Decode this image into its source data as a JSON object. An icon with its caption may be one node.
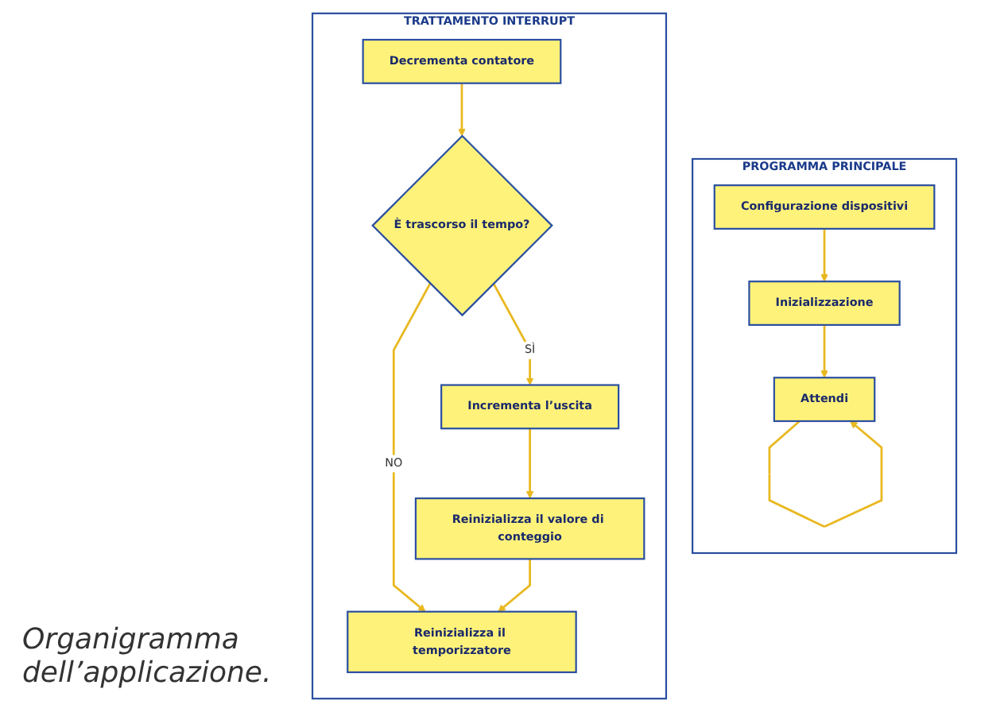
{
  "diagram": {
    "caption": "Organigramma dell’applicazione.",
    "nodes": [
      {
        "text": [
          "PROGRAMMA PRINCIPALE"
        ]
      },
      {
        "text": [
          "Configurazione dispositivi"
        ],
        "in": 0
      },
      {
        "text": [
          "Inizializzazione"
        ],
        "in": 0
      },
      {
        "text": [
          "Attendi"
        ],
        "in": 0
      },
      {
        "text": [
          "TRATTAMENTO INTERRUPT"
        ]
      },
      {
        "text": [
          "Decrementa contatore"
        ],
        "in": 4
      },
      {
        "text": [
          "È trascorso il tempo?"
        ],
        "in": 4
      },
      {
        "text": [
          "Incrementa l’uscita"
        ],
        "in": 4
      },
      {
        "text": [
          "Reinizializza il valore di conteggio"
        ],
        "in": 4
      },
      {
        "text": [
          "Reinizializza il temporizzatore"
        ],
        "in": 4
      }
    ],
    "edges": [
      {
        "from": 1,
        "to": 2,
        "arrow": "to"
      },
      {
        "from": 2,
        "to": 3,
        "arrow": "to"
      },
      {
        "from": 3,
        "to": 3,
        "arrow": "to"
      },
      {
        "from": 5,
        "to": 6,
        "arrow": "to"
      },
      {
        "from": 6,
        "to": 7,
        "arrow": "to",
        "label": "SÌ"
      },
      {
        "from": 6,
        "to": 9,
        "arrow": "to",
        "label": "NO"
      },
      {
        "from": 7,
        "to": 8,
        "arrow": "to"
      },
      {
        "from": 8,
        "to": 9,
        "arrow": "to"
      }
    ]
  }
}
